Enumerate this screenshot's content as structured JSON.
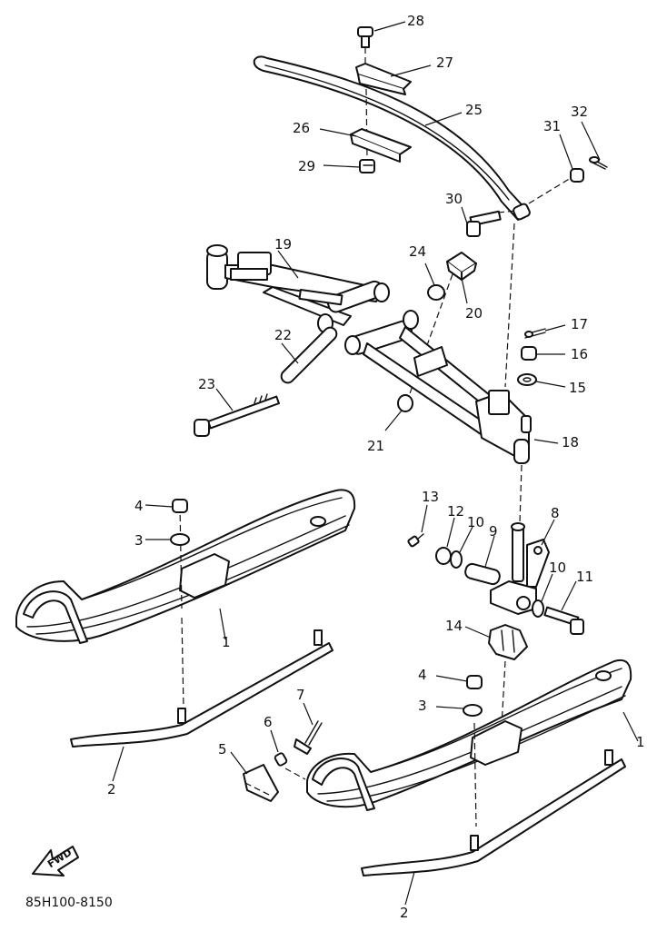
{
  "diagram": {
    "callouts": {
      "c1a": "1",
      "c1b": "1",
      "c2a": "2",
      "c2b": "2",
      "c3a": "3",
      "c3b": "3",
      "c4a": "4",
      "c4b": "4",
      "c5": "5",
      "c6": "6",
      "c7": "7",
      "c8": "8",
      "c9": "9",
      "c10a": "10",
      "c10b": "10",
      "c11": "11",
      "c12": "12",
      "c13": "13",
      "c14": "14",
      "c15": "15",
      "c16": "16",
      "c17": "17",
      "c18": "18",
      "c19": "19",
      "c20": "20",
      "c21": "21",
      "c22": "22",
      "c23": "23",
      "c24": "24",
      "c25": "25",
      "c26": "26",
      "c27": "27",
      "c28": "28",
      "c29": "29",
      "c30": "30",
      "c31": "31",
      "c32": "32"
    },
    "fwd_label": "FWD",
    "code": "85H100-8150"
  }
}
